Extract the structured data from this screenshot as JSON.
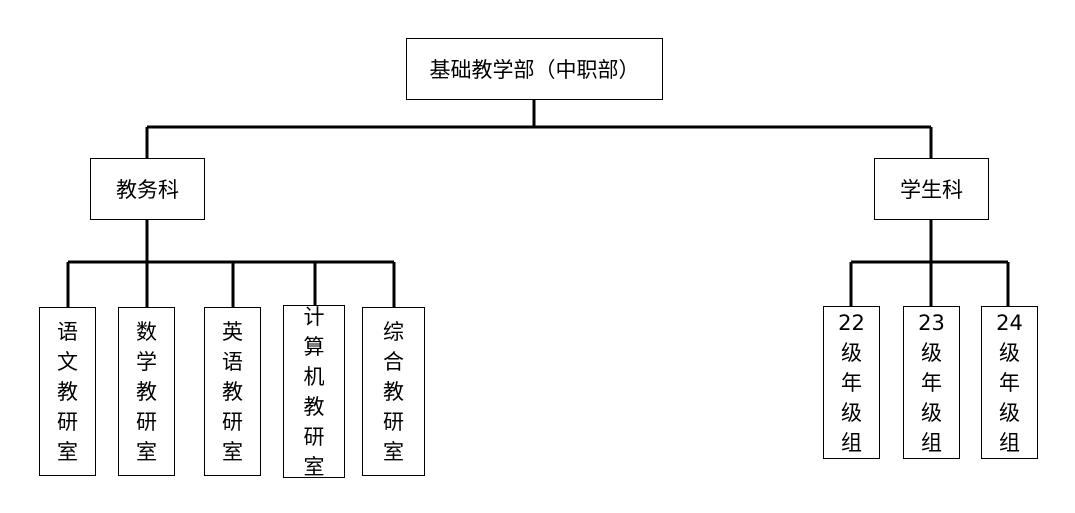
{
  "root": {
    "label": "基础教学部（中职部）"
  },
  "departments": [
    {
      "label": "教务科",
      "children": [
        "语文教研室",
        "数学教研室",
        "英语教研室",
        "计算机教研室",
        "综合教研室"
      ]
    },
    {
      "label": "学生科",
      "children": [
        "22级年级组",
        "23级年级组",
        "24级年级组"
      ]
    }
  ]
}
